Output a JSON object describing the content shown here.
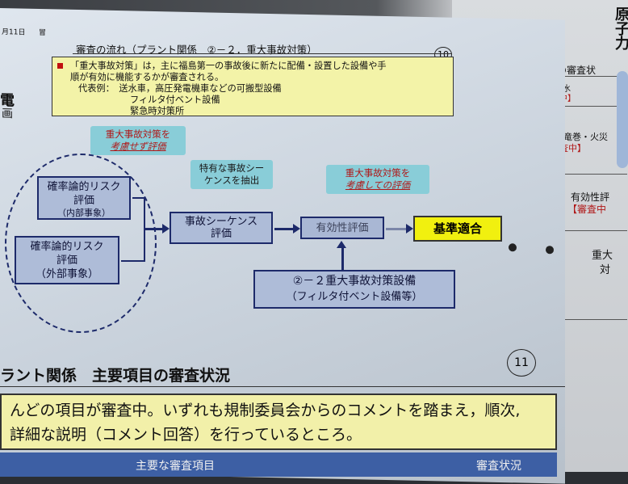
{
  "page_header": {
    "date_fragment": "月11日",
    "page_mark": "冒"
  },
  "slide10": {
    "title": "審査の流れ（プラント関係　②－２．重大事故対策）",
    "page_number": "10",
    "note_lines": [
      "「重大事故対策」は，主に福島第一の事故後に新たに配備・設置した設備や手",
      "順が有効に機能するかが審査される。",
      "代表例：　送水車，高圧発電機車などの可搬型設備",
      "フィルタ付ベント設備",
      "緊急時対策所"
    ],
    "callout_without": [
      "重大事故対策を",
      "考慮せず評価"
    ],
    "callout_sequence": [
      "特有な事故シー",
      "ケンスを抽出"
    ],
    "callout_with": [
      "重大事故対策を",
      "考慮しての評価"
    ],
    "box_risk_internal": [
      "確率論的リスク",
      "評価",
      "（内部事象）"
    ],
    "box_risk_external": [
      "確率論的リスク",
      "評価",
      "（外部事象）"
    ],
    "box_sequence": [
      "事故シーケンス",
      "評価"
    ],
    "box_effectiveness": "有効性評価",
    "box_result": "基準適合",
    "box_equipment": [
      "②－２重大事故対策設備",
      "（フィルタ付ベント設備等）"
    ]
  },
  "slide11": {
    "title": "ラント関係　主要項目の審査状況",
    "page_number": "11",
    "banner_lines": [
      "んどの項目が審査中。いずれも規制委員会からのコメントを踏まえ，順次,",
      "詳細な説明（コメント回答）を行っているところ。"
    ],
    "table_header_1": "主要な審査項目",
    "table_header_2": "審査状況"
  },
  "left_edge": {
    "fragment_1": "電",
    "fragment_2": "画"
  },
  "right_page": {
    "title": "主なテーマの審査状",
    "rows": [
      {
        "name": "内部溢水",
        "status": "【審査中】"
      },
      {
        "name": "火山・竜巻・火災",
        "status": "【審査中】"
      },
      {
        "name": "有効性評",
        "status": "【審査中"
      },
      {
        "name": "重大",
        "status": "対"
      }
    ],
    "book_spine": "原子力"
  },
  "colors": {
    "paper": "#d3dbe4",
    "box_fill": "#aebcd8",
    "callout": "#89cdd8",
    "note": "#f3f3a8",
    "result": "#f1f00f",
    "red_text": "#b01818"
  }
}
